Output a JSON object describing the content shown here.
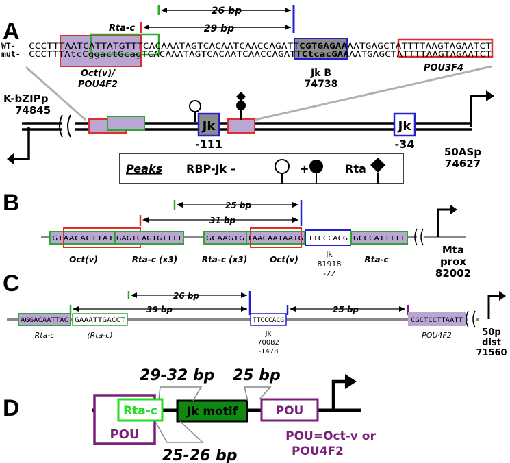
{
  "colors": {
    "red": "#e22d2d",
    "green": "#2ea82e",
    "blue": "#2222cc",
    "purple": "#7a1f7a",
    "lavender": "#b9a6d4",
    "jk_gray": "#8c8c8c",
    "gray_line": "#888888",
    "bright_green": "#22dd22",
    "dark_green": "#118811"
  },
  "panel_a": {
    "letter": "A",
    "label_26": "26 bp",
    "label_29": "29 bp",
    "rtac": "Rta-c",
    "wt_tag": "WT-",
    "mut_tag": "mut-",
    "seq": {
      "wt": [
        "CCCTT",
        "TAATCA",
        "TTATGTTTCA",
        "CAAATAGTCACAATCAACCAGATT",
        "CGTGAGAA",
        "AATGAGCTA",
        "TTTTAAGTAGAATCT"
      ],
      "mut": [
        "CCCTT",
        "TAtcCg",
        "gactGcagTC",
        "ACAAATAGTCACAATCAACCAGATT",
        "CtcacGAA",
        "AATGAGCTA",
        "TTTTAAGTAGAATCT"
      ]
    },
    "oct_label_1": "Oct(v)/",
    "oct_label_2": "POU4F2",
    "jkb_label": "Jk B",
    "jkb_pos": "74738",
    "pou3f4": "POU3F4",
    "kbzip_1": "K-bZIPp",
    "kbzip_2": "74845",
    "jk_box_1": "Jk",
    "jk_pos_1": "-111",
    "jk_box_2": "Jk",
    "jk_pos_2": "-34",
    "asp_1": "50ASp",
    "asp_2": "74627",
    "peaks_title": "Peaks",
    "peaks_rbp": "RBP-Jk –",
    "peaks_plus": "+",
    "peaks_rta": "Rta"
  },
  "panel_b": {
    "letter": "B",
    "label_25": "25 bp",
    "label_31": "31 bp",
    "seq_1": "GTAACACTTAT",
    "seq_2": "GAGTCAGTGTTTT",
    "seq_3": "GCAAGTG",
    "seq_4": "TAACAATAATG",
    "seq_5": "TTCCCACG",
    "seq_6": "GCCCATTTTT",
    "oct_1": "Oct(v)",
    "rtac_x3_1": "Rta-c (x3)",
    "rtac_x3_2": "Rta-c (x3)",
    "oct_2": "Oct(v)",
    "jk": "Jk",
    "jk_pos": "81918",
    "jk_rel": "-77",
    "rtac": "Rta-c",
    "mta_1": "Mta",
    "mta_2": "prox",
    "mta_3": "82002"
  },
  "panel_c": {
    "letter": "C",
    "label_26": "26 bp",
    "label_39": "39 bp",
    "label_25": "25 bp",
    "seq_1": "AGGACAATTAC",
    "seq_2": "GAAATTGACCT",
    "seq_3": "TTCCCACG",
    "seq_4": "CGCTCCTTAATT",
    "rtac": "Rta-c",
    "rtac_paren": "(Rta-c)",
    "jk": "Jk",
    "jk_pos": "70082",
    "jk_rel": "-1478",
    "pou4f2": "POU4F2",
    "p50_1": "50p",
    "p50_2": "dist",
    "p50_3": "71560"
  },
  "panel_d": {
    "letter": "D",
    "bp_29_32": "29-32 bp",
    "bp_25_top": "25 bp",
    "bp_25_26": "25-26 bp",
    "rtac": "Rta-c",
    "jk_motif": "Jk motif",
    "pou_left": "POU",
    "pou_right": "POU",
    "legend_1": "POU=Oct-v or",
    "legend_2": "POU4F2"
  }
}
